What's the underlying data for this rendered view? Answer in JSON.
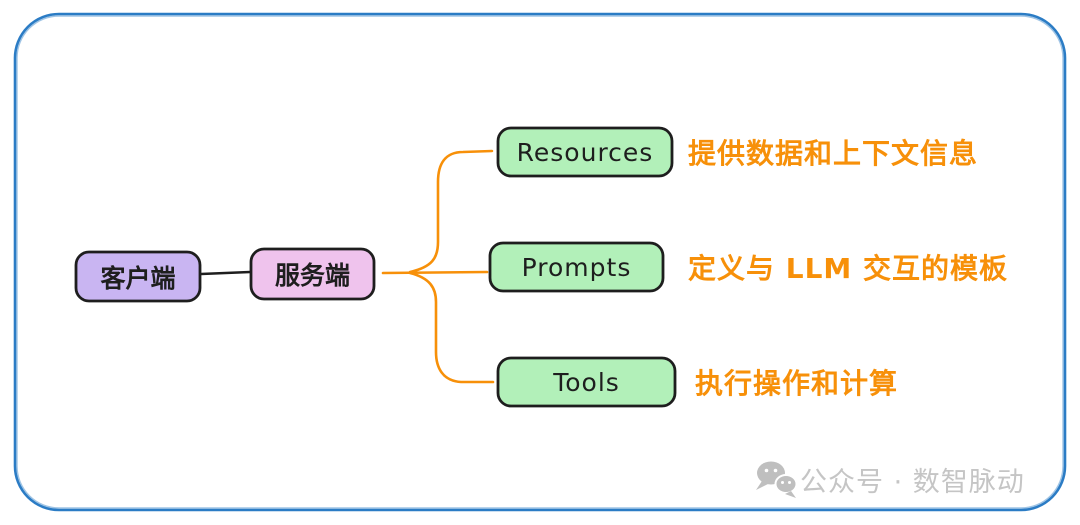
{
  "diagram": {
    "frame_color": "#2b7cc5",
    "link_color": "#1e1e1e",
    "connector_color": "#f79009",
    "annotation_color": "#f79009",
    "text_color": "#1e1e1e",
    "nodes": {
      "client": {
        "label": "客户端",
        "fill": "#c9b5f2"
      },
      "server": {
        "label": "服务端",
        "fill": "#efc3ed"
      },
      "resources": {
        "label": "Resources",
        "fill": "#b2f0b9",
        "annotation": "提供数据和上下文信息"
      },
      "prompts": {
        "label": "Prompts",
        "fill": "#b2f0b9",
        "annotation": "定义与 LLM 交互的模板"
      },
      "tools": {
        "label": "Tools",
        "fill": "#b2f0b9",
        "annotation": "执行操作和计算"
      }
    }
  },
  "watermark": {
    "icon": "wechat-icon",
    "icon_color": "#bfbfbf",
    "label": "公众号 · 数智脉动",
    "color": "#c5c5c5"
  }
}
